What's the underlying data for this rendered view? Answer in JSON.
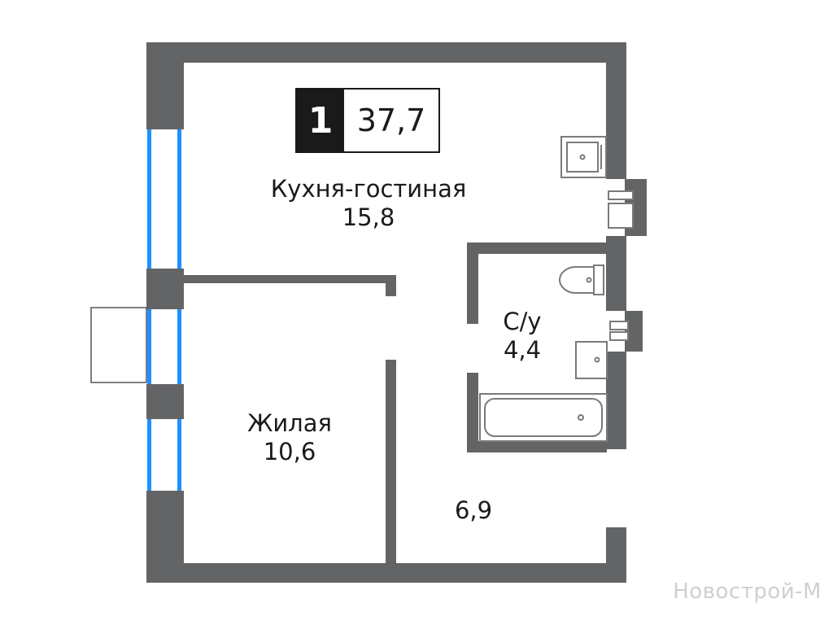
{
  "badge": {
    "rooms": "1",
    "total_area": "37,7"
  },
  "rooms": {
    "kitchen_living": {
      "name": "Кухня-гостиная",
      "area": "15,8"
    },
    "bedroom": {
      "name": "Жилая",
      "area": "10,6"
    },
    "bathroom": {
      "name": "С/у",
      "area": "4,4"
    },
    "hall": {
      "area": "6,9"
    }
  },
  "watermark": "Новострой-М",
  "colors": {
    "wall": "#636466",
    "window": "#1e90ff",
    "fixture": "#7a7a7a",
    "text": "#1a1a1a"
  }
}
